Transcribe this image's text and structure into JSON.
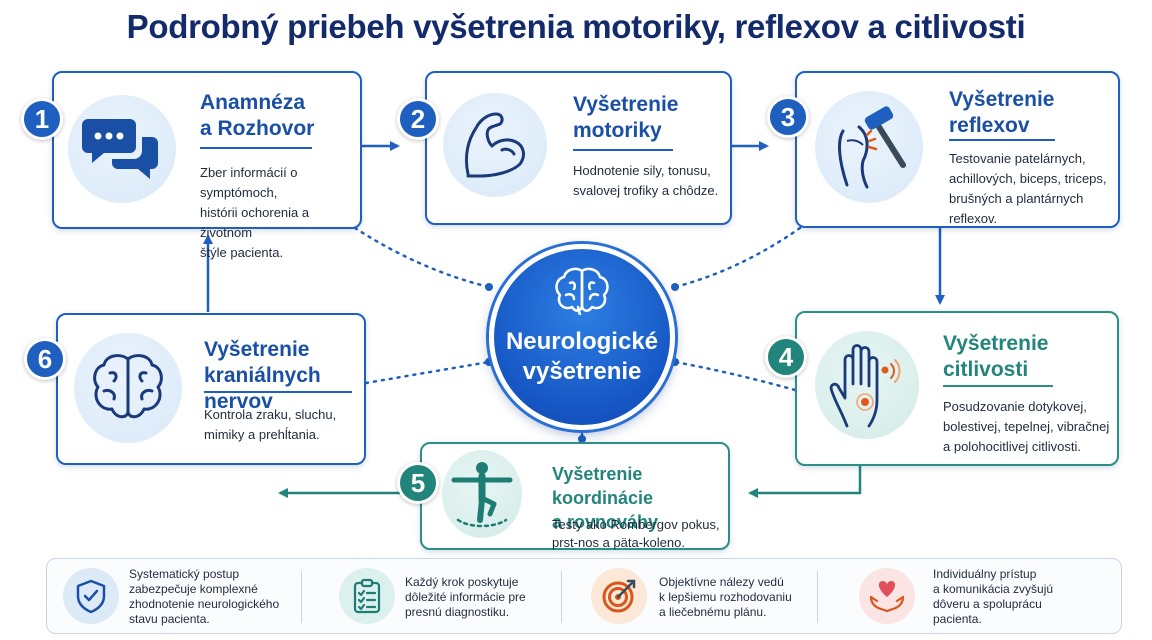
{
  "title": "Podrobný priebeh vyšetrenia motoriky, reflexov a citlivosti",
  "center": {
    "line1": "Neurologické",
    "line2": "vyšetrenie"
  },
  "steps": [
    {
      "number": "1",
      "title_l1": "Anamnéza",
      "title_l2": "a Rozhovor",
      "icon": "speech-bubbles-icon",
      "desc": [
        "Zber informácií o symptómoch,",
        "histórii ochorenia a životnom",
        "štýle pacienta."
      ]
    },
    {
      "number": "2",
      "title_l1": "Vyšetrenie",
      "title_l2": "motoriky",
      "icon": "flexed-arm-icon",
      "desc": [
        "Hodnotenie sily, tonusu,",
        "svalovej trofiky a chôdze."
      ]
    },
    {
      "number": "3",
      "title_l1": "Vyšetrenie",
      "title_l2": "reflexov",
      "icon": "reflex-hammer-icon",
      "desc": [
        "Testovanie patelárnych,",
        "achillových, biceps, triceps,",
        "brušných a plantárnych",
        "reflexov."
      ]
    },
    {
      "number": "4",
      "title_l1": "Vyšetrenie",
      "title_l2": "citlivosti",
      "icon": "hand-sensation-icon",
      "desc": [
        "Posudzovanie dotykovej,",
        "bolestivej, tepelnej, vibračnej",
        "a polohocitlivej citlivosti."
      ]
    },
    {
      "number": "5",
      "title_l1": "Vyšetrenie koordinácie",
      "title_l2": "a rovnováhy",
      "icon": "balance-figure-icon",
      "desc": [
        "Testy ako Rombergov pokus,",
        "prst-nos a päta-koleno."
      ]
    },
    {
      "number": "6",
      "title_l1": "Vyšetrenie",
      "title_l2": "kraniálnych nervov",
      "icon": "brain-icon",
      "desc": [
        "Kontrola zraku, sluchu,",
        "mimiky a prehĺtania."
      ]
    }
  ],
  "benefits": [
    {
      "icon": "shield-check-icon",
      "lines": [
        "Systematický postup",
        "zabezpečuje komplexné",
        "zhodnotenie neurologického",
        "stavu pacienta."
      ]
    },
    {
      "icon": "clipboard-checklist-icon",
      "lines": [
        "Každý krok poskytuje",
        "dôležité informácie pre",
        "presnú diagnostiku."
      ]
    },
    {
      "icon": "target-icon",
      "lines": [
        "Objektívne nálezy vedú",
        "k lepšiemu rozhodovaniu",
        "a liečebnému plánu."
      ]
    },
    {
      "icon": "heart-hands-icon",
      "lines": [
        "Individuálny prístup",
        "a komunikácia zvyšujú",
        "dôveru a spoluprácu",
        "pacienta."
      ]
    }
  ],
  "colors": {
    "blue": "#1f5fbf",
    "teal": "#22857c",
    "navy": "#142b6b"
  }
}
